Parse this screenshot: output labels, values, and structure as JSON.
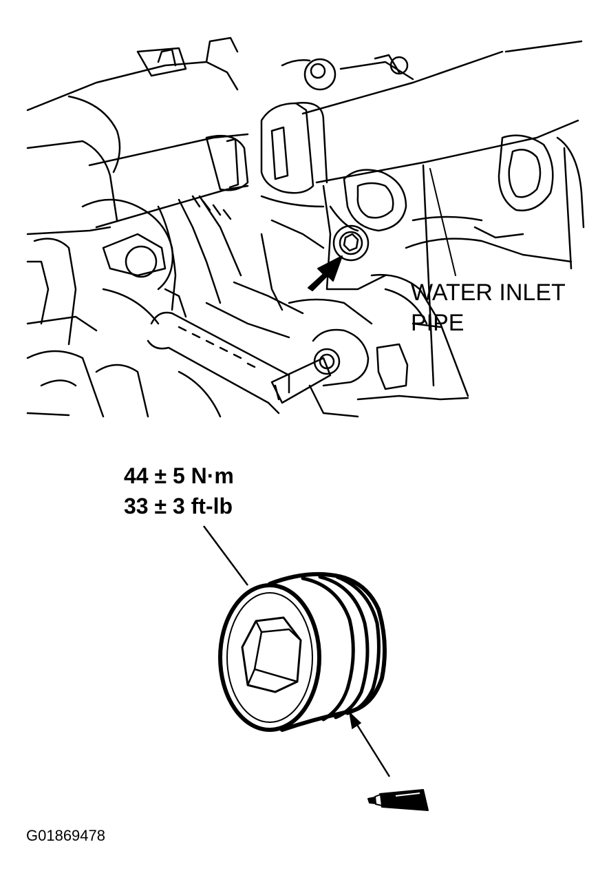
{
  "labels": {
    "water_inlet_line1": "WATER INLET",
    "water_inlet_line2": "PIPE",
    "torque_metric": "44 ± 5 N·m",
    "torque_imperial": "33 ± 3 ft-lb",
    "figure_code": "G01869478"
  },
  "icons": {
    "location_arrow": "arrow-icon",
    "drain_plug": "hex-socket-plug-icon",
    "sealant_tube": "sealant-tube-icon"
  },
  "colors": {
    "ink": "#000000",
    "paper": "#ffffff"
  }
}
